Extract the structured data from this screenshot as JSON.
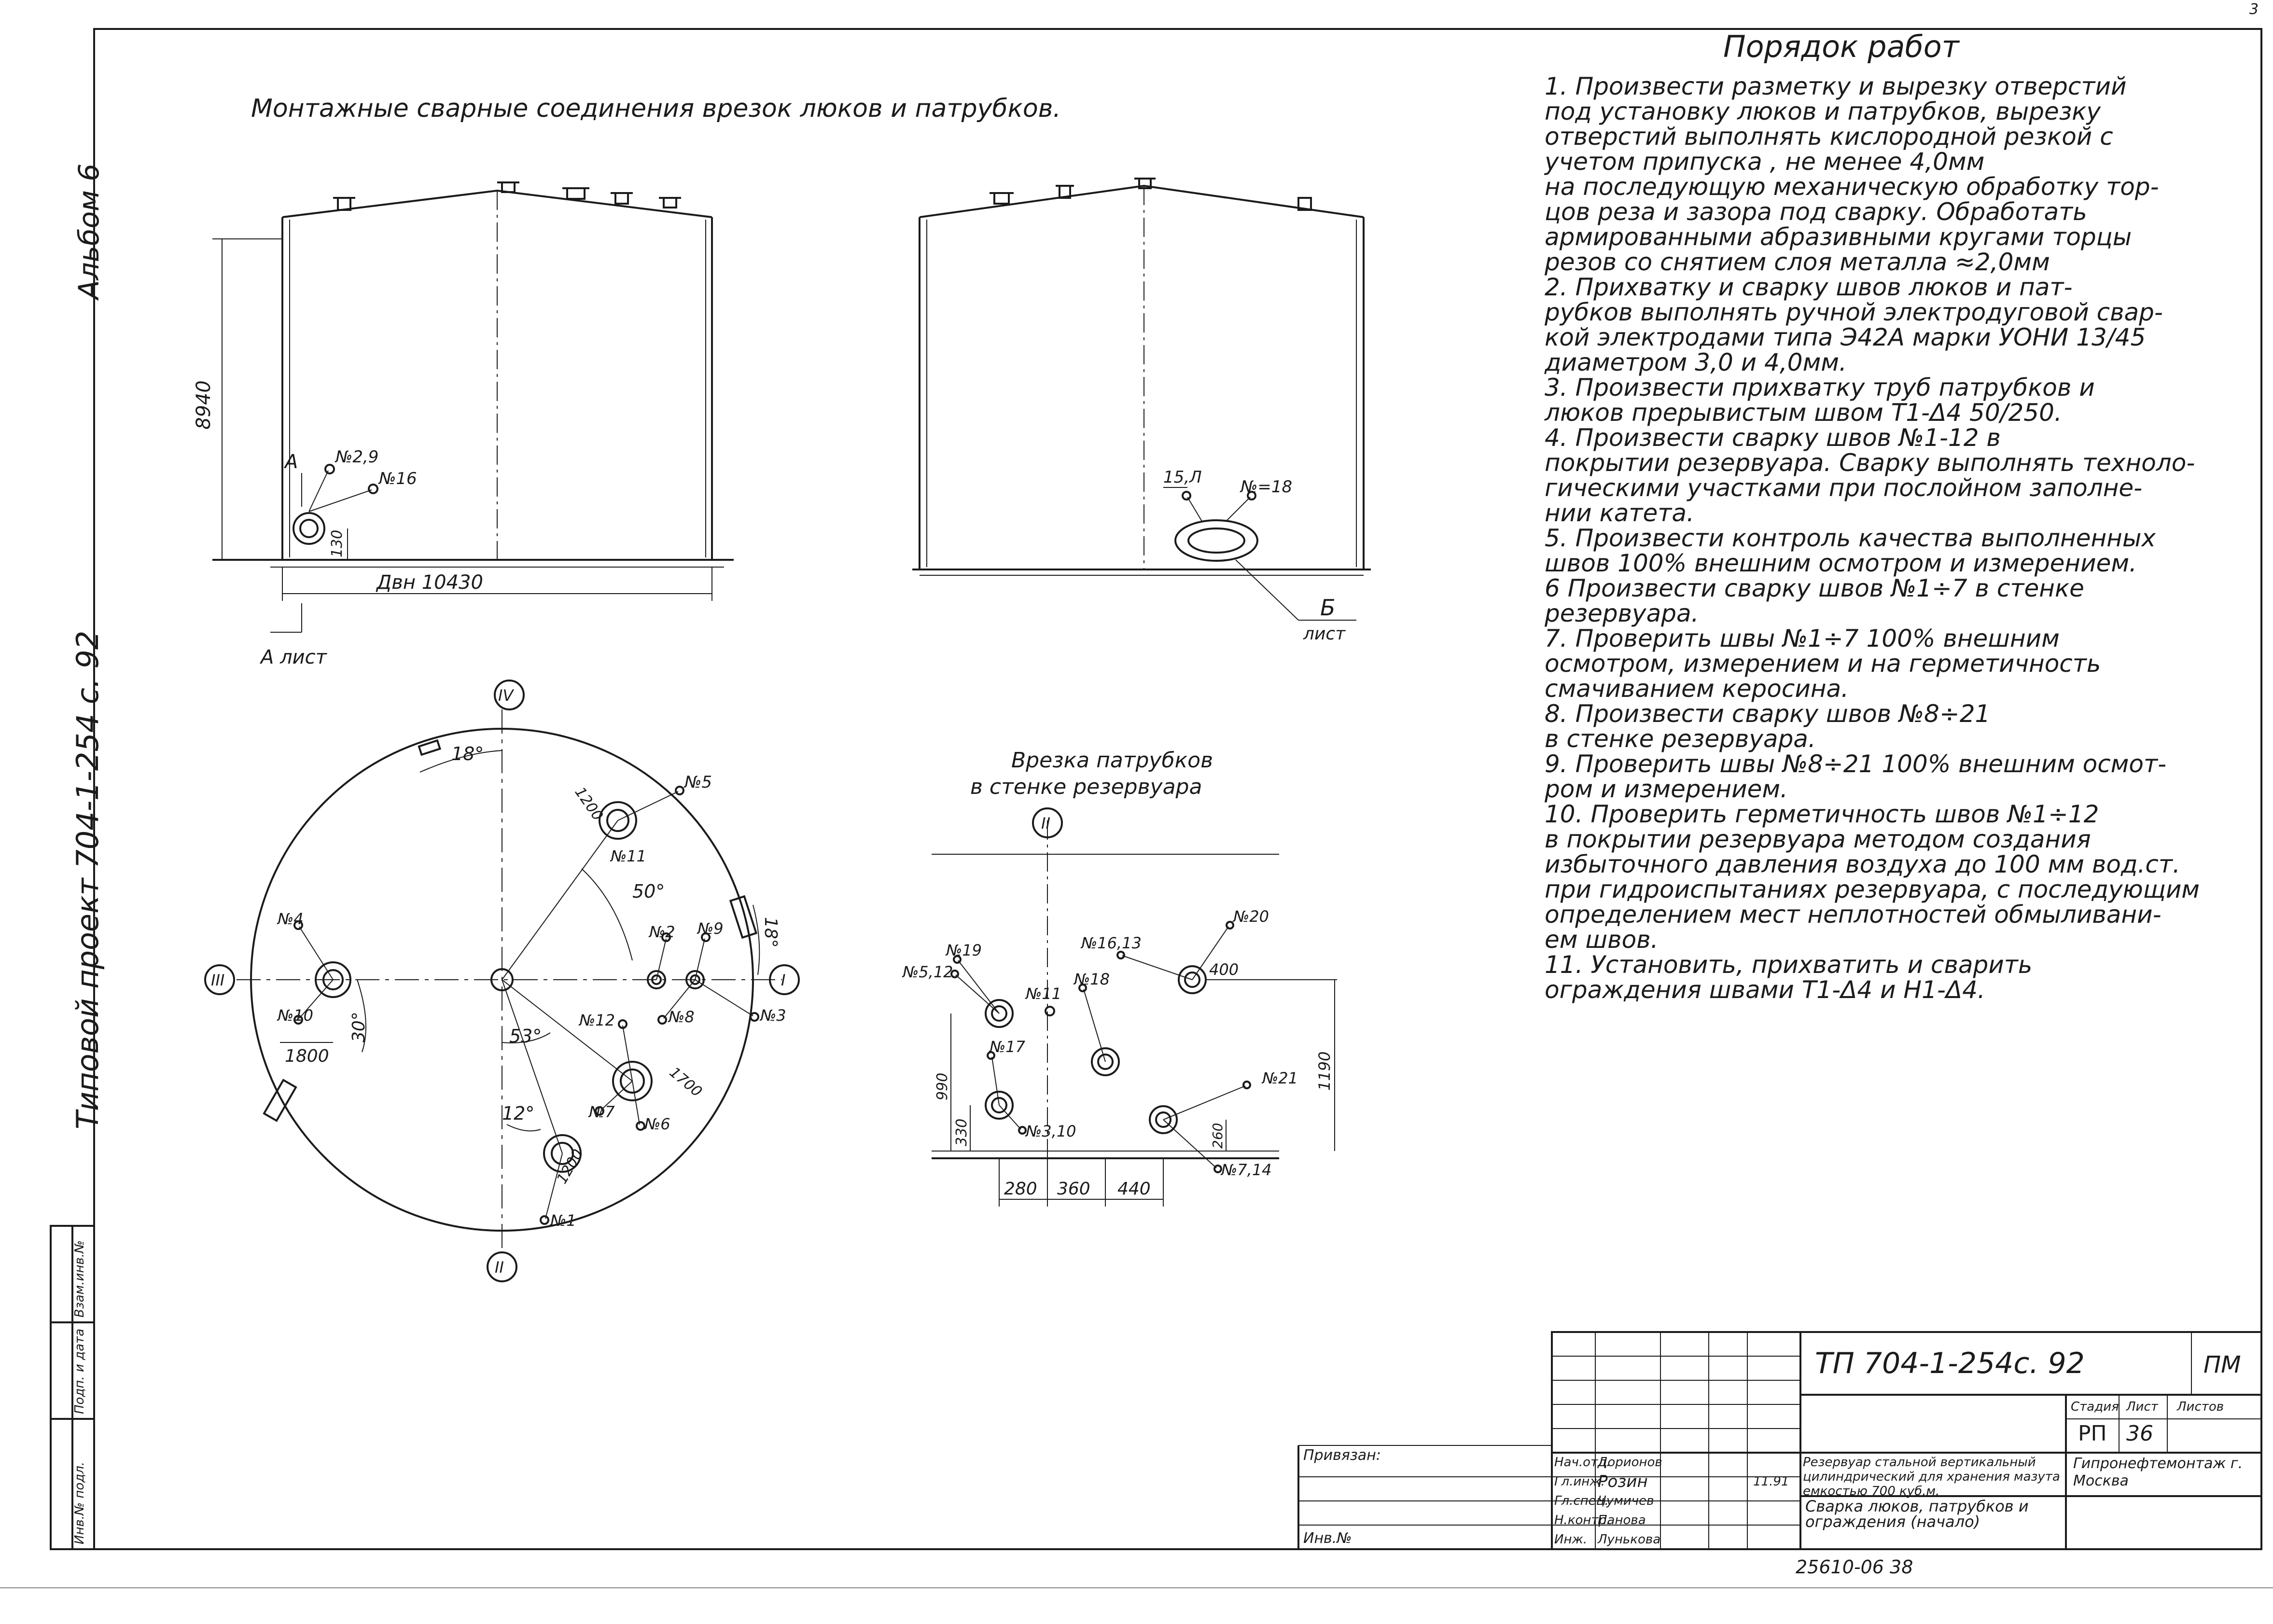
{
  "page_corner_number": "3",
  "drawing_title": "Монтажные сварные соединения врезок люков и патрубков.",
  "side_album": "Альбом 6",
  "side_project": "Типовой проект 704-1-254 с. 92",
  "stamp_columns": [
    "Инв.№ подл.",
    "Подп. и дата",
    "Взам.инв.№"
  ],
  "tank_left": {
    "height_dim": "8940",
    "diameter_dim": "Двн 10430",
    "small_dim": "130",
    "labels": [
      "№2,9",
      "№16"
    ],
    "section_mark": "А",
    "section_label": "А лист"
  },
  "tank_right": {
    "labels": [
      "15,Л",
      "№=18"
    ],
    "callout": "Б",
    "callout_label": "лист"
  },
  "plan_view": {
    "axes": [
      "IV",
      "III",
      "I",
      "II"
    ],
    "angles": [
      "18°",
      "50°",
      "30°",
      "53°",
      "12°",
      "18°"
    ],
    "dims": [
      "1200",
      "1800",
      "1700",
      "1200"
    ],
    "labels": [
      "№5",
      "№11",
      "№2",
      "№9",
      "№4",
      "№10",
      "№8",
      "№3",
      "№12",
      "№7",
      "№6",
      "№1"
    ]
  },
  "nozzle_view": {
    "title_line1": "Врезка патрубков",
    "title_line2": "в стенке резервуара",
    "axis": "II",
    "labels": [
      "№5,12",
      "№19",
      "№11",
      "№16,13",
      "№18",
      "№20",
      "№17",
      "№3,10",
      "№21",
      "№7,14"
    ],
    "dims_bottom": [
      "280",
      "360",
      "440"
    ],
    "dims_side": [
      "990",
      "330",
      "1190",
      "400",
      "260"
    ]
  },
  "notes_title": "Порядок работ",
  "notes": [
    "1. Произвести разметку и вырезку отверстий",
    "под установку люков и патрубков, вырезку",
    "отверстий выполнять кислородной резкой с",
    "учетом припуска ,     не менее 4,0мм",
    "на последующую механическую обработку тор-",
    "цов реза и зазора под сварку. Обработать",
    "армированными абразивными кругами торцы",
    "резов со снятием слоя металла ≈2,0мм",
    "2. Прихватку и сварку швов люков и пат-",
    "рубков выполнять ручной электродуговой свар-",
    "кой электродами типа Э42А марки УОНИ 13/45",
    "диаметром 3,0 и 4,0мм.",
    "3. Произвести прихватку труб патрубков и",
    "люков прерывистым швом Т1-Δ4 50/250.",
    "4. Произвести сварку швов №1-12 в",
    "покрытии резервуара. Сварку выполнять техноло-",
    "гическими участками при послойном заполне-",
    "нии катета.",
    "5. Произвести контроль качества выполненных",
    "швов 100% внешним осмотром и измерением.",
    "6 Произвести сварку швов №1÷7 в стенке",
    "резервуара.",
    "7. Проверить швы №1÷7 100% внешним",
    "осмотром, измерением и на герметичность",
    "смачиванием керосина.",
    "8. Произвести сварку швов №8÷21",
    "в стенке резервуара.",
    "9. Проверить швы №8÷21 100% внешним осмот-",
    "ром и измерением.",
    "10. Проверить герметичность швов №1÷12",
    "в покрытии резервуара методом создания",
    "избыточного давления воздуха до 100 мм вод.ст.",
    "при гидроиспытаниях резервуара, с последующим",
    "определением мест неплотностей обмыливани-",
    "ем швов.",
    "11. Установить, прихватить и сварить",
    "ограждения швами Т1-Δ4 и Н1-Δ4."
  ],
  "title_block": {
    "code": "ТП 704-1-254с. 92",
    "mark": "ПМ",
    "privyazan": "Привязан:",
    "inv": "Инв.№",
    "people": [
      {
        "role": "Нач.отд.",
        "name": "Дорионов"
      },
      {
        "role": "Гл.инж.",
        "name": "Розин"
      },
      {
        "role": "Гл.спец.",
        "name": "Чумичев"
      },
      {
        "role": "Н.контр.",
        "name": "Панова"
      },
      {
        "role": "Инж.",
        "name": "Лунькова"
      }
    ],
    "date": "11.91",
    "object_desc": "Резервуар стальной вертикальный цилиндрический для хранения мазута емкостью 700 куб.м.",
    "sheet_desc": "Сварка люков, патрубков и ограждения (начало)",
    "stage_head": "Стадия",
    "sheet_head": "Лист",
    "sheets_head": "Листов",
    "stage": "РП",
    "sheet": "36",
    "org": "Гипронефтемонтаж г. Москва",
    "footer": "25610-06   38"
  }
}
